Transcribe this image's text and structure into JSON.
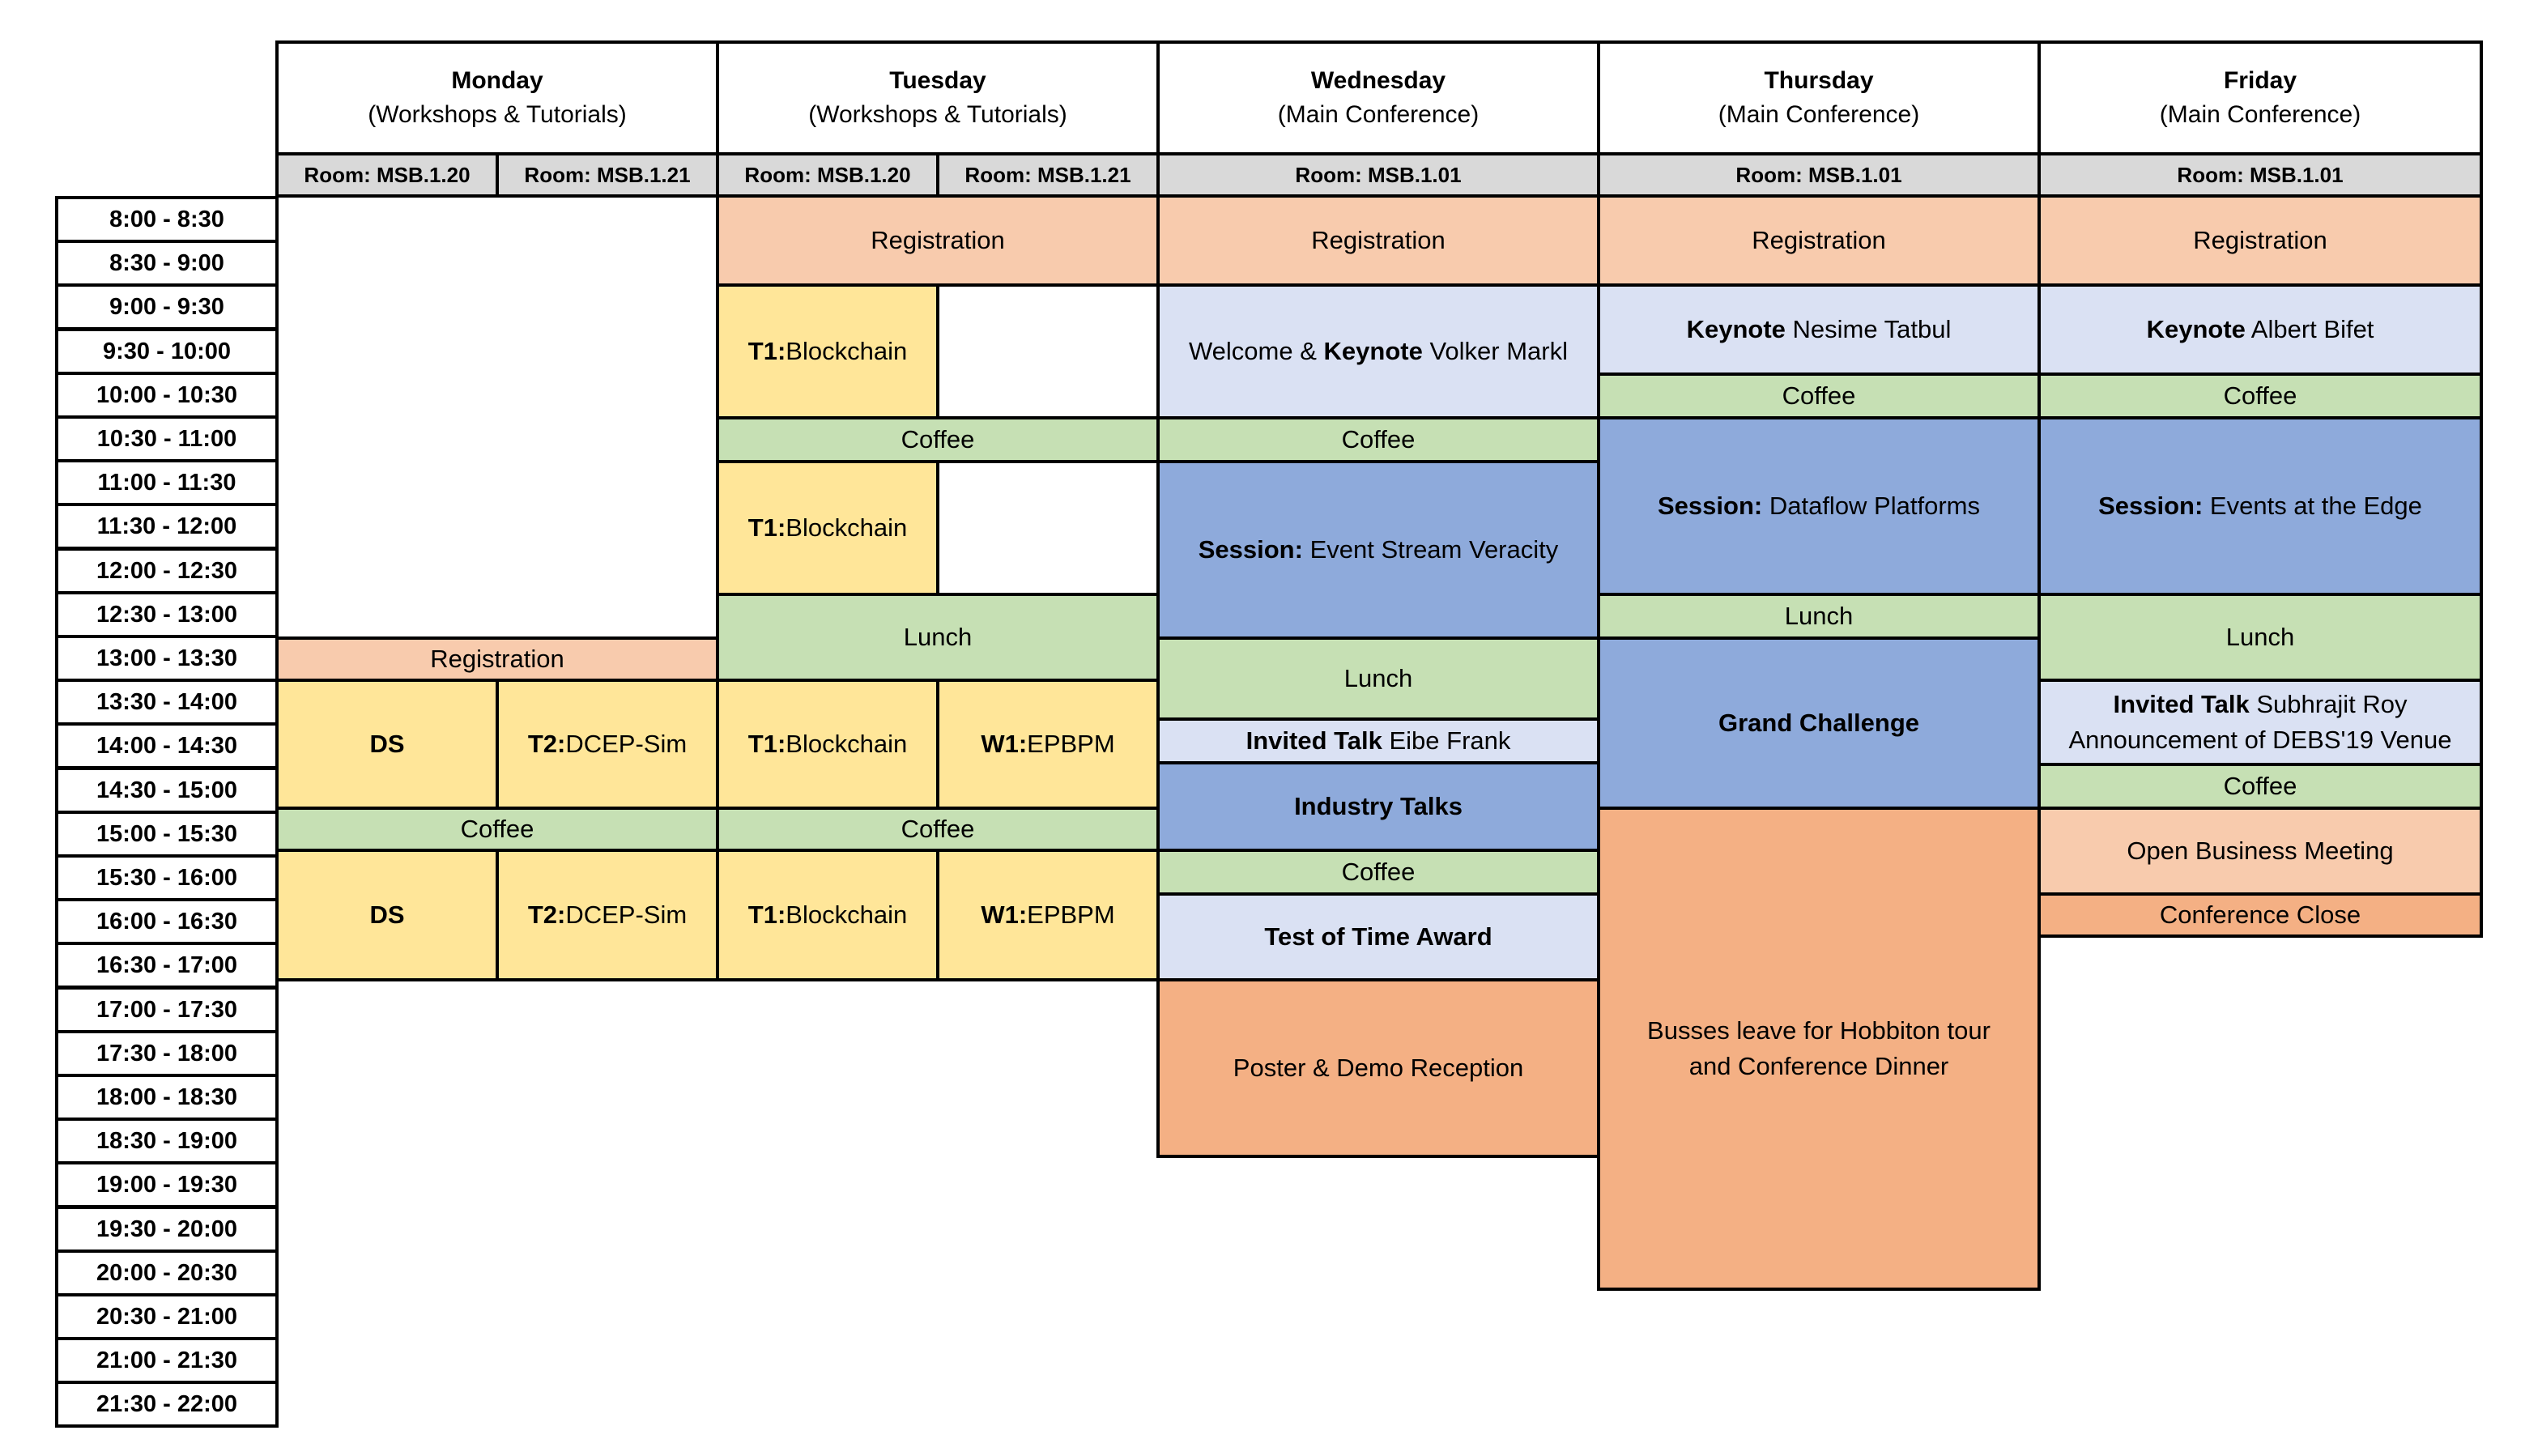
{
  "days": [
    {
      "name": "Monday",
      "sub": "(Workshops & Tutorials)",
      "rooms": [
        "Room: MSB.1.20",
        "Room: MSB.1.21"
      ]
    },
    {
      "name": "Tuesday",
      "sub": "(Workshops & Tutorials)",
      "rooms": [
        "Room: MSB.1.20",
        "Room: MSB.1.21"
      ]
    },
    {
      "name": "Wednesday",
      "sub": "(Main Conference)",
      "rooms": [
        "Room: MSB.1.01"
      ]
    },
    {
      "name": "Thursday",
      "sub": "(Main Conference)",
      "rooms": [
        "Room: MSB.1.01"
      ]
    },
    {
      "name": "Friday",
      "sub": "(Main Conference)",
      "rooms": [
        "Room: MSB.1.01"
      ]
    }
  ],
  "times": [
    "8:00 - 8:30",
    "8:30 - 9:00",
    "9:00 - 9:30",
    "9:30 - 10:00",
    "10:00 - 10:30",
    "10:30 - 11:00",
    "11:00 - 11:30",
    "11:30 - 12:00",
    "12:00 - 12:30",
    "12:30 - 13:00",
    "13:00 - 13:30",
    "13:30 - 14:00",
    "14:00 - 14:30",
    "14:30 - 15:00",
    "15:00 - 15:30",
    "15:30 - 16:00",
    "16:00 - 16:30",
    "16:30 - 17:00",
    "17:00 - 17:30",
    "17:30 - 18:00",
    "18:00 - 18:30",
    "18:30 - 19:00",
    "19:00 - 19:30",
    "19:30 - 20:00",
    "20:00 - 20:30",
    "20:30 - 21:00",
    "21:00 - 21:30",
    "21:30 - 22:00"
  ],
  "events": {
    "mon_registration": {
      "text": "Registration"
    },
    "mon_ds_1": {
      "bold": "DS",
      "text": ""
    },
    "mon_t2_1": {
      "bold": "T2:",
      "text": "DCEP-Sim"
    },
    "mon_coffee": {
      "text": "Coffee"
    },
    "mon_ds_2": {
      "bold": "DS",
      "text": ""
    },
    "mon_t2_2": {
      "bold": "T2:",
      "text": "DCEP-Sim"
    },
    "tue_registration": {
      "text": "Registration"
    },
    "tue_t1_1": {
      "bold": "T1:",
      "text": "Blockchain"
    },
    "tue_coffee_1": {
      "text": "Coffee"
    },
    "tue_t1_2": {
      "bold": "T1:",
      "text": "Blockchain"
    },
    "tue_lunch": {
      "text": "Lunch"
    },
    "tue_t1_3": {
      "bold": "T1:",
      "text": "Blockchain"
    },
    "tue_w1_1": {
      "bold": "W1:",
      "text": "EPBPM"
    },
    "tue_coffee_2": {
      "text": "Coffee"
    },
    "tue_t1_4": {
      "bold": "T1:",
      "text": "Blockchain"
    },
    "tue_w1_2": {
      "bold": "W1:",
      "text": "EPBPM"
    },
    "wed_registration": {
      "text": "Registration"
    },
    "wed_keynote": {
      "pre": "Welcome & ",
      "bold": "Keynote",
      "text": " Volker Markl"
    },
    "wed_coffee_1": {
      "text": "Coffee"
    },
    "wed_session": {
      "bold": "Session:",
      "text": " Event Stream Veracity"
    },
    "wed_lunch": {
      "text": "Lunch"
    },
    "wed_invited": {
      "bold": "Invited Talk",
      "text": " Eibe Frank"
    },
    "wed_industry": {
      "bold": "Industry Talks",
      "text": ""
    },
    "wed_coffee_2": {
      "text": "Coffee"
    },
    "wed_tot": {
      "bold": "Test of Time Award",
      "text": ""
    },
    "wed_poster": {
      "text": "Poster & Demo Reception"
    },
    "thu_registration": {
      "text": "Registration"
    },
    "thu_keynote": {
      "bold": "Keynote",
      "text": " Nesime Tatbul"
    },
    "thu_coffee": {
      "text": "Coffee"
    },
    "thu_session": {
      "bold": "Session:",
      "text": " Dataflow Platforms"
    },
    "thu_lunch": {
      "text": "Lunch"
    },
    "thu_gc": {
      "bold": "Grand Challenge",
      "text": ""
    },
    "thu_bus": {
      "line1": "Busses leave for Hobbiton tour",
      "line2": "and Conference Dinner"
    },
    "fri_registration": {
      "text": "Registration"
    },
    "fri_keynote": {
      "bold": "Keynote",
      "text": " Albert Bifet"
    },
    "fri_coffee_1": {
      "text": "Coffee"
    },
    "fri_session": {
      "bold": "Session:",
      "text": " Events at the Edge"
    },
    "fri_lunch": {
      "text": "Lunch"
    },
    "fri_invited": {
      "bold": "Invited Talk",
      "text": " Subhrajit Roy",
      "line2": "Announcement of DEBS'19 Venue"
    },
    "fri_coffee_2": {
      "text": "Coffee"
    },
    "fri_obm": {
      "text": "Open Business Meeting"
    },
    "fri_close": {
      "text": "Conference Close"
    }
  },
  "colors": {
    "peach": "#f8cbad",
    "orange": "#f4b084",
    "yellow": "#ffe699",
    "green": "#c6e0b4",
    "blue": "#8eaadb",
    "lavender": "#dae1f3",
    "room_header": "#d9d9d9"
  }
}
